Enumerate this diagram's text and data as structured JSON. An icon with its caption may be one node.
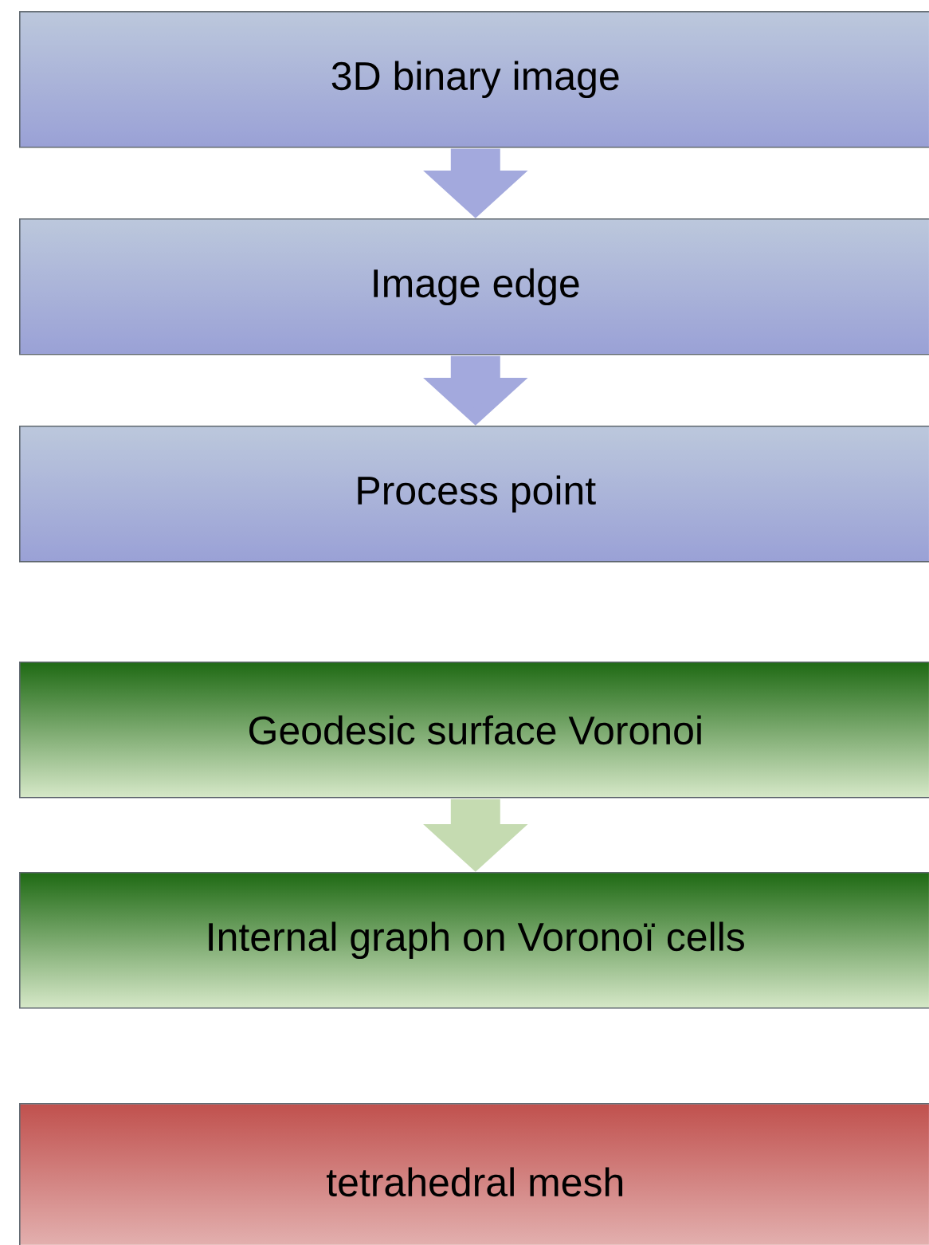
{
  "diagram": {
    "nodes": [
      {
        "text": [
          "3D binary image"
        ]
      },
      {
        "text": [
          "Image edge"
        ]
      },
      {
        "text": [
          "Process point"
        ]
      },
      {
        "text": [
          "Geodesic surface Voronoi"
        ]
      },
      {
        "text": [
          "Internal graph on Voronoï cells"
        ]
      },
      {
        "text": [
          "tetrahedral mesh"
        ]
      }
    ],
    "edges": [
      {
        "from": 0,
        "to": 1,
        "arrow": "to"
      },
      {
        "from": 1,
        "to": 2,
        "arrow": "to"
      },
      {
        "from": 3,
        "to": 4,
        "arrow": "to"
      }
    ]
  }
}
